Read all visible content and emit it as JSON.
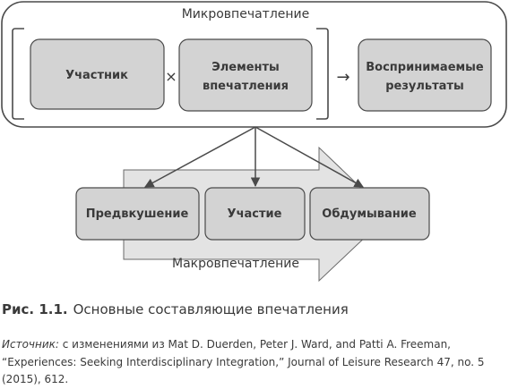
{
  "diagram": {
    "micro_title": "Микровпечатление",
    "macro_title": "Макровпечатление",
    "participant": "Участник",
    "times_symbol": "×",
    "elements_line1": "Элементы",
    "elements_line2": "впечатления",
    "arrow_symbol": "→",
    "results_line1": "Воспринимаемые",
    "results_line2": "результаты",
    "anticipation": "Предвкушение",
    "participation": "Участие",
    "reflection": "Обдумывание"
  },
  "caption": {
    "label": "Рис. 1.1.",
    "title": "Основные составляющие впечатления",
    "source_label": "Источник:",
    "source_text": "с изменениями из Mat D. Duerden, Peter J. Ward, and Patti A. Freeman, “Experiences: Seeking Interdisciplinary Integration,” Journal of Leisure Research 47, no. 5 (2015), 612."
  },
  "colors": {
    "box_fill": "#d3d3d3",
    "stroke": "#4a4a4a",
    "big_arrow_fill": "#e3e3e3",
    "text": "#3a3a3a"
  }
}
